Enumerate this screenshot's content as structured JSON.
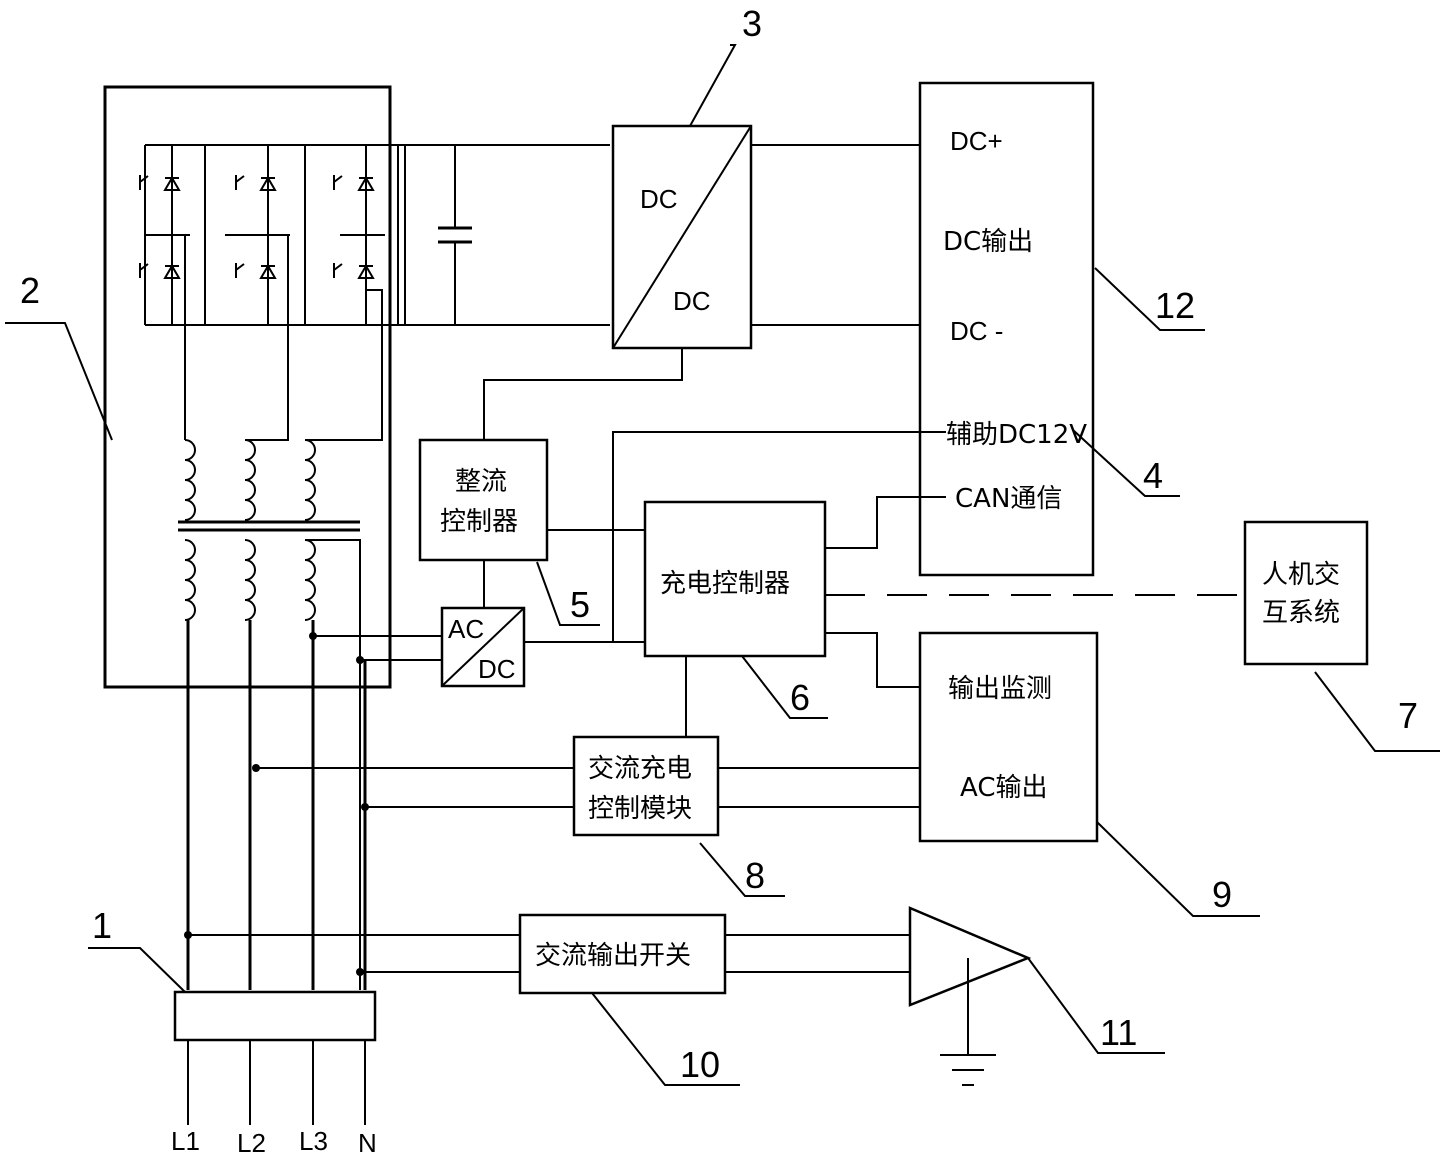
{
  "callouts": [
    "1",
    "2",
    "3",
    "4",
    "5",
    "6",
    "7",
    "8",
    "9",
    "10",
    "11",
    "12"
  ],
  "terminals": [
    "L1",
    "L2",
    "L3",
    "N"
  ],
  "dcdc": {
    "top": "DC",
    "bottom": "DC"
  },
  "acdc": {
    "top": "AC",
    "bottom": "DC"
  },
  "rectifier_controller": {
    "line1": "整流",
    "line2": "控制器"
  },
  "charge_controller": "充电控制器",
  "hmi": {
    "line1": "人机交",
    "line2": "互系统"
  },
  "ac_charge_module": {
    "line1": "交流充电",
    "line2": "控制模块"
  },
  "ac_output_switch": "交流输出开关",
  "dc_output_panel": {
    "dc_plus": "DC+",
    "dc_output": "DC输出",
    "dc_minus": "DC -",
    "aux": "辅助DC12V",
    "can": "CAN通信"
  },
  "ac_output_panel": {
    "monitor": "输出监测",
    "ac_output": "AC输出"
  }
}
